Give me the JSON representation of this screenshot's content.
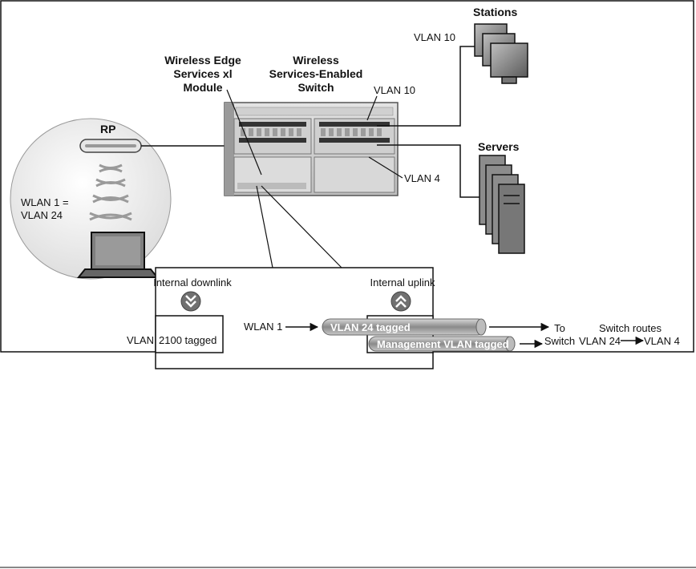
{
  "labels": {
    "stations": "Stations",
    "vlan10_stations": "VLAN 10",
    "wireless_edge_l1": "Wireless Edge",
    "wireless_edge_l2": "Services xl",
    "wireless_edge_l3": "Module",
    "switch_l1": "Wireless",
    "switch_l2": "Services-Enabled",
    "switch_l3": "Switch",
    "vlan10_switch": "VLAN 10",
    "servers": "Servers",
    "rp": "RP",
    "vlan4": "VLAN 4",
    "wlan1_l1": "WLAN 1 =",
    "wlan1_l2": "VLAN 24",
    "internal_downlink": "Internal downlink",
    "internal_uplink": "Internal uplink",
    "wlan1": "WLAN 1",
    "vlan24_tagged": "VLAN 24 tagged",
    "vlan2100_prefix": "VLAN",
    "vlan2100_suffix": "2100 tagged",
    "mgmt_vlan_tagged": "Management VLAN tagged",
    "to": "To",
    "switch": "Switch",
    "switch_routes": "Switch routes",
    "route_vlan24": "VLAN 24",
    "route_vlan4": "VLAN 4"
  },
  "icons": [
    "station-icon",
    "server-icon",
    "rp-access-point-icon",
    "laptop-icon",
    "switch-chassis-icon",
    "downlink-chevron-icon",
    "uplink-chevron-icon",
    "radio-wave-icon"
  ],
  "colors": {
    "line": "#111111",
    "pipe_dark": "#8a8a8a",
    "bubble": "#eeeeee"
  }
}
